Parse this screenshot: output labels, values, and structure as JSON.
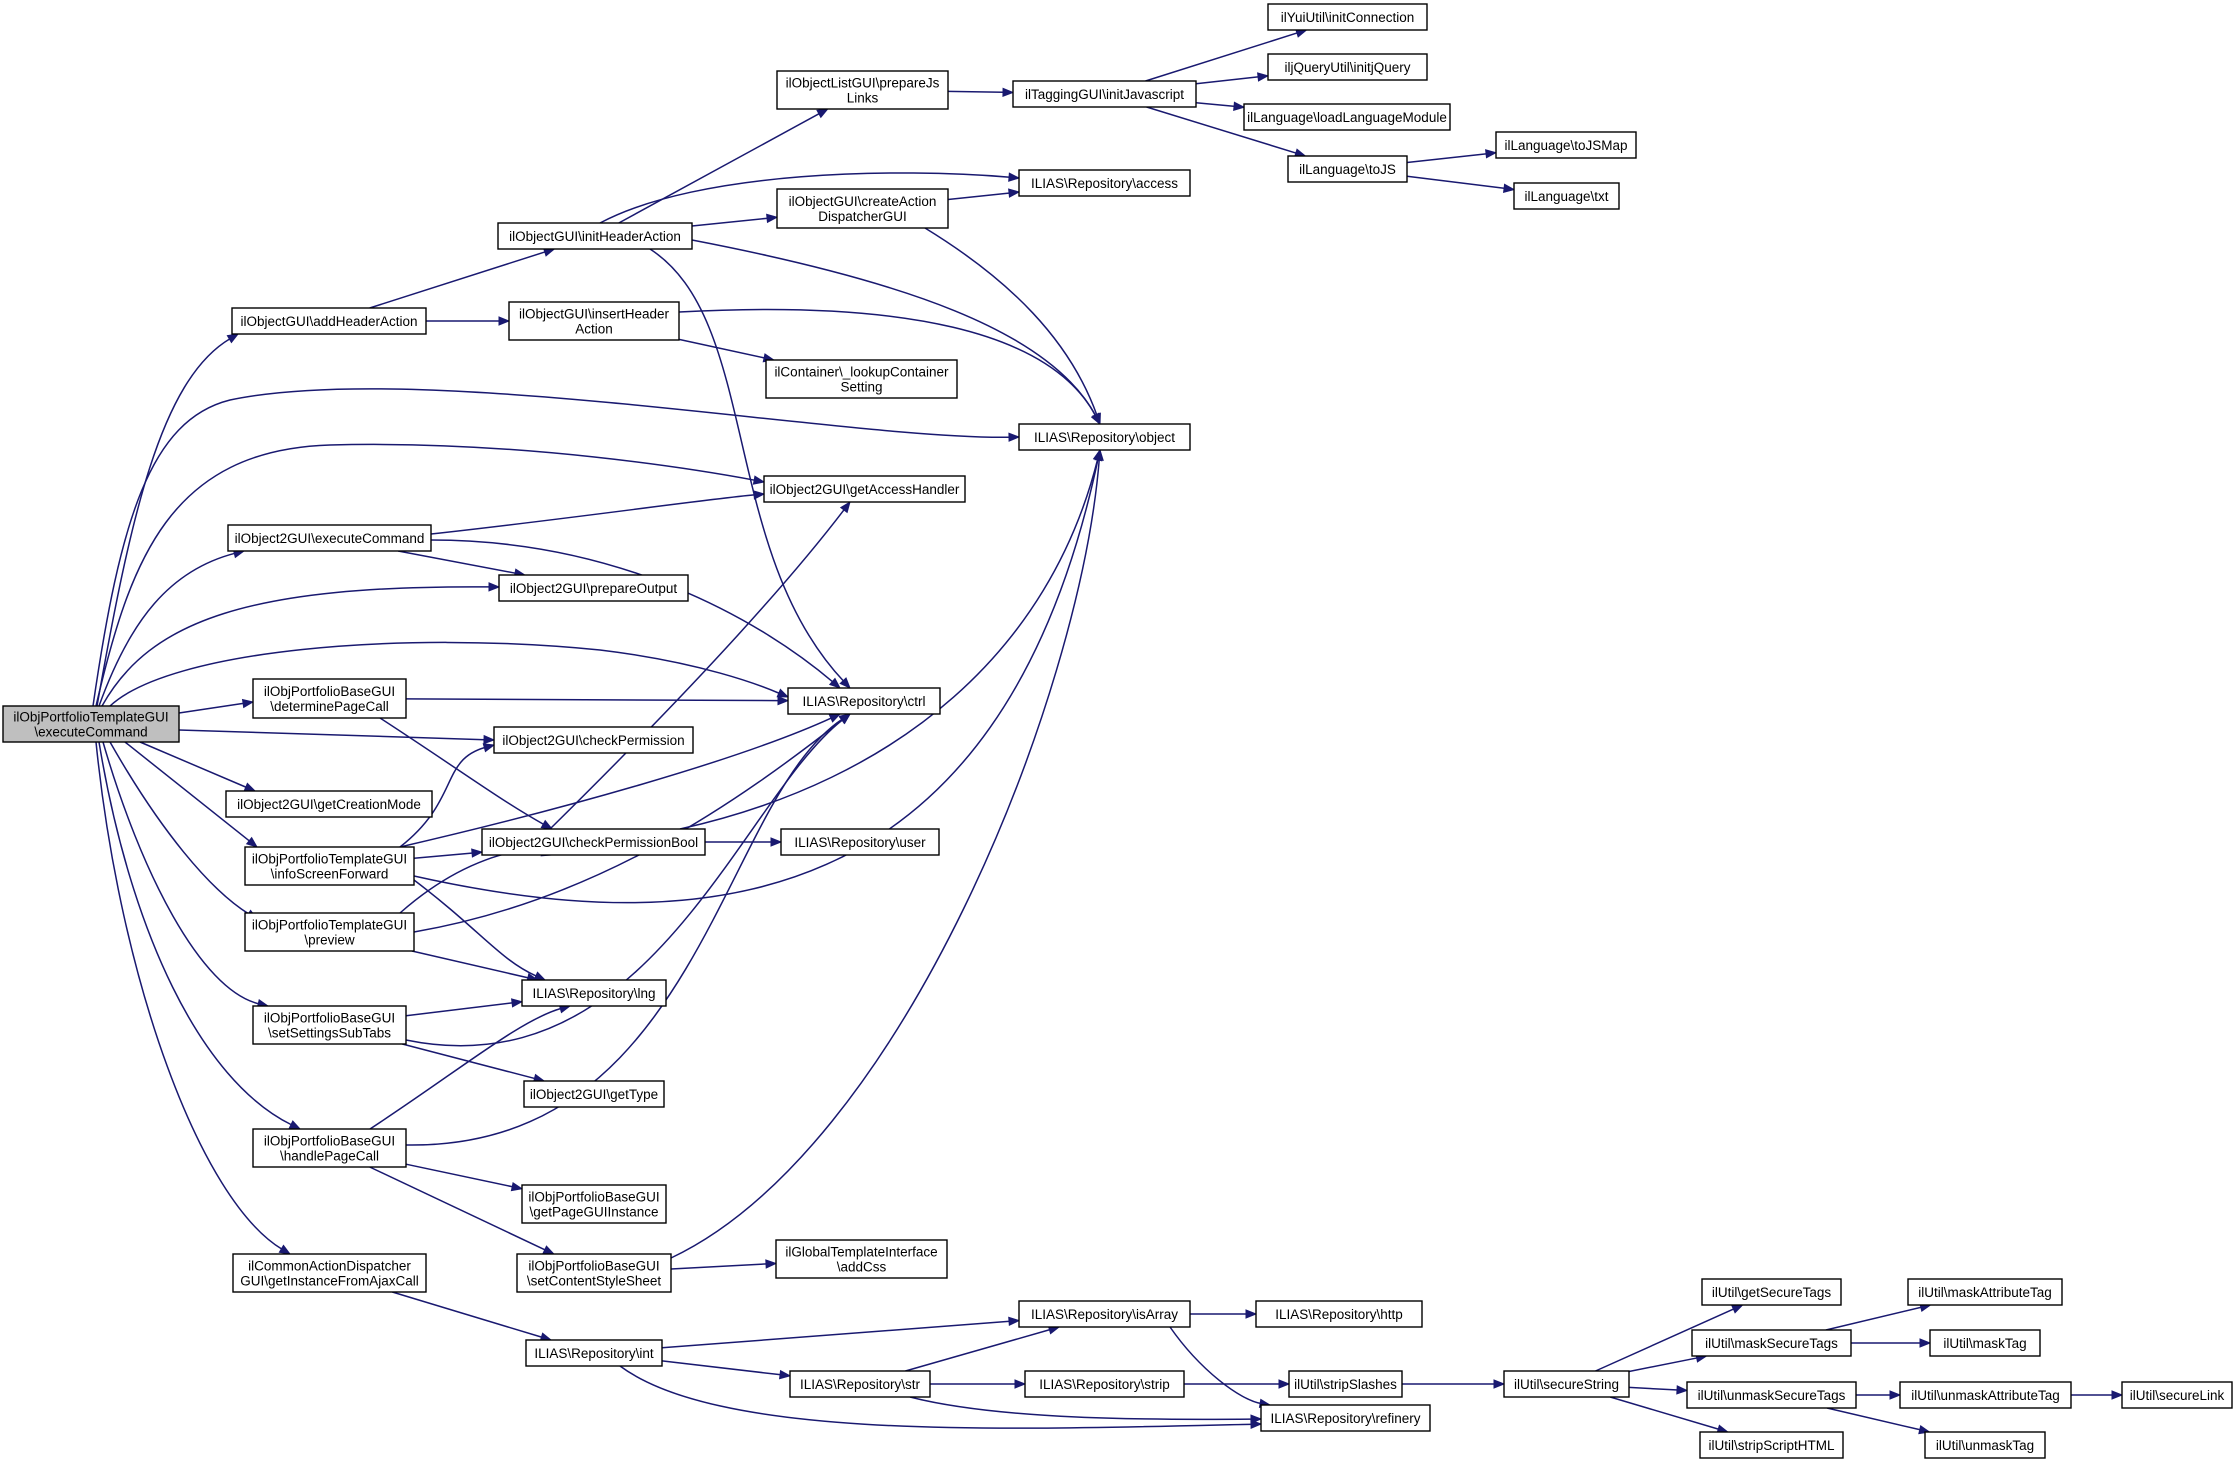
{
  "diagram": {
    "nodes": [
      {
        "id": "root",
        "lines": [
          "ilObjPortfolioTemplateGUI",
          "\\executeCommand"
        ],
        "root": true
      },
      {
        "id": "addHeaderAction",
        "lines": [
          "ilObjectGUI\\addHeaderAction"
        ]
      },
      {
        "id": "initHeaderAction",
        "lines": [
          "ilObjectGUI\\initHeaderAction"
        ]
      },
      {
        "id": "insertHeaderAction",
        "lines": [
          "ilObjectGUI\\insertHeader",
          "Action"
        ]
      },
      {
        "id": "prepareJsLinks",
        "lines": [
          "ilObjectListGUI\\prepareJs",
          "Links"
        ]
      },
      {
        "id": "createActionDispatcherGUI",
        "lines": [
          "ilObjectGUI\\createAction",
          "DispatcherGUI"
        ]
      },
      {
        "id": "lookupContainerSetting",
        "lines": [
          "ilContainer\\_lookupContainer",
          "Setting"
        ]
      },
      {
        "id": "initJavascript",
        "lines": [
          "ilTaggingGUI\\initJavascript"
        ]
      },
      {
        "id": "initConnection",
        "lines": [
          "ilYuiUtil\\initConnection"
        ]
      },
      {
        "id": "initjQuery",
        "lines": [
          "iljQueryUtil\\initjQuery"
        ]
      },
      {
        "id": "loadLanguageModule",
        "lines": [
          "ilLanguage\\loadLanguageModule"
        ]
      },
      {
        "id": "toJS",
        "lines": [
          "ilLanguage\\toJS"
        ]
      },
      {
        "id": "toJSMap",
        "lines": [
          "ilLanguage\\toJSMap"
        ]
      },
      {
        "id": "txt",
        "lines": [
          "ilLanguage\\txt"
        ]
      },
      {
        "id": "access",
        "lines": [
          "ILIAS\\Repository\\access"
        ]
      },
      {
        "id": "object",
        "lines": [
          "ILIAS\\Repository\\object"
        ]
      },
      {
        "id": "getAccessHandler",
        "lines": [
          "ilObject2GUI\\getAccessHandler"
        ]
      },
      {
        "id": "o2executeCommand",
        "lines": [
          "ilObject2GUI\\executeCommand"
        ]
      },
      {
        "id": "prepareOutput",
        "lines": [
          "ilObject2GUI\\prepareOutput"
        ]
      },
      {
        "id": "determinePageCall",
        "lines": [
          "ilObjPortfolioBaseGUI",
          "\\determinePageCall"
        ]
      },
      {
        "id": "ctrl",
        "lines": [
          "ILIAS\\Repository\\ctrl"
        ]
      },
      {
        "id": "checkPermission",
        "lines": [
          "ilObject2GUI\\checkPermission"
        ]
      },
      {
        "id": "getCreationMode",
        "lines": [
          "ilObject2GUI\\getCreationMode"
        ]
      },
      {
        "id": "infoScreenForward",
        "lines": [
          "ilObjPortfolioTemplateGUI",
          "\\infoScreenForward"
        ]
      },
      {
        "id": "checkPermissionBool",
        "lines": [
          "ilObject2GUI\\checkPermissionBool"
        ]
      },
      {
        "id": "user",
        "lines": [
          "ILIAS\\Repository\\user"
        ]
      },
      {
        "id": "preview",
        "lines": [
          "ilObjPortfolioTemplateGUI",
          "\\preview"
        ]
      },
      {
        "id": "lng",
        "lines": [
          "ILIAS\\Repository\\lng"
        ]
      },
      {
        "id": "setSettingsSubTabs",
        "lines": [
          "ilObjPortfolioBaseGUI",
          "\\setSettingsSubTabs"
        ]
      },
      {
        "id": "getType",
        "lines": [
          "ilObject2GUI\\getType"
        ]
      },
      {
        "id": "handlePageCall",
        "lines": [
          "ilObjPortfolioBaseGUI",
          "\\handlePageCall"
        ]
      },
      {
        "id": "getPageGUIInstance",
        "lines": [
          "ilObjPortfolioBaseGUI",
          "\\getPageGUIInstance"
        ]
      },
      {
        "id": "setContentStyleSheet",
        "lines": [
          "ilObjPortfolioBaseGUI",
          "\\setContentStyleSheet"
        ]
      },
      {
        "id": "addCss",
        "lines": [
          "ilGlobalTemplateInterface",
          "\\addCss"
        ]
      },
      {
        "id": "getInstanceFromAjaxCall",
        "lines": [
          "ilCommonActionDispatcher",
          "GUI\\getInstanceFromAjaxCall"
        ]
      },
      {
        "id": "int",
        "lines": [
          "ILIAS\\Repository\\int"
        ]
      },
      {
        "id": "isArray",
        "lines": [
          "ILIAS\\Repository\\isArray"
        ]
      },
      {
        "id": "http",
        "lines": [
          "ILIAS\\Repository\\http"
        ]
      },
      {
        "id": "str",
        "lines": [
          "ILIAS\\Repository\\str"
        ]
      },
      {
        "id": "strip",
        "lines": [
          "ILIAS\\Repository\\strip"
        ]
      },
      {
        "id": "refinery",
        "lines": [
          "ILIAS\\Repository\\refinery"
        ]
      },
      {
        "id": "stripSlashes",
        "lines": [
          "ilUtil\\stripSlashes"
        ]
      },
      {
        "id": "secureString",
        "lines": [
          "ilUtil\\secureString"
        ]
      },
      {
        "id": "getSecureTags",
        "lines": [
          "ilUtil\\getSecureTags"
        ]
      },
      {
        "id": "maskSecureTags",
        "lines": [
          "ilUtil\\maskSecureTags"
        ]
      },
      {
        "id": "unmaskSecureTags",
        "lines": [
          "ilUtil\\unmaskSecureTags"
        ]
      },
      {
        "id": "stripScriptHTML",
        "lines": [
          "ilUtil\\stripScriptHTML"
        ]
      },
      {
        "id": "maskAttributeTag",
        "lines": [
          "ilUtil\\maskAttributeTag"
        ]
      },
      {
        "id": "maskTag",
        "lines": [
          "ilUtil\\maskTag"
        ]
      },
      {
        "id": "unmaskAttributeTag",
        "lines": [
          "ilUtil\\unmaskAttributeTag"
        ]
      },
      {
        "id": "secureLink",
        "lines": [
          "ilUtil\\secureLink"
        ]
      },
      {
        "id": "unmaskTag",
        "lines": [
          "ilUtil\\unmaskTag"
        ]
      }
    ],
    "edges": [
      [
        "root",
        "addHeaderAction"
      ],
      [
        "root",
        "object"
      ],
      [
        "root",
        "getAccessHandler"
      ],
      [
        "root",
        "o2executeCommand"
      ],
      [
        "root",
        "prepareOutput"
      ],
      [
        "root",
        "ctrl"
      ],
      [
        "root",
        "determinePageCall"
      ],
      [
        "root",
        "checkPermission"
      ],
      [
        "root",
        "getCreationMode"
      ],
      [
        "root",
        "infoScreenForward"
      ],
      [
        "root",
        "preview"
      ],
      [
        "root",
        "setSettingsSubTabs"
      ],
      [
        "root",
        "handlePageCall"
      ],
      [
        "root",
        "getInstanceFromAjaxCall"
      ],
      [
        "addHeaderAction",
        "initHeaderAction"
      ],
      [
        "addHeaderAction",
        "insertHeaderAction"
      ],
      [
        "initHeaderAction",
        "prepareJsLinks"
      ],
      [
        "initHeaderAction",
        "access"
      ],
      [
        "initHeaderAction",
        "createActionDispatcherGUI"
      ],
      [
        "initHeaderAction",
        "object"
      ],
      [
        "initHeaderAction",
        "ctrl"
      ],
      [
        "prepareJsLinks",
        "initJavascript"
      ],
      [
        "initJavascript",
        "initConnection"
      ],
      [
        "initJavascript",
        "initjQuery"
      ],
      [
        "initJavascript",
        "loadLanguageModule"
      ],
      [
        "initJavascript",
        "toJS"
      ],
      [
        "toJS",
        "toJSMap"
      ],
      [
        "toJS",
        "txt"
      ],
      [
        "createActionDispatcherGUI",
        "access"
      ],
      [
        "createActionDispatcherGUI",
        "object"
      ],
      [
        "insertHeaderAction",
        "object"
      ],
      [
        "insertHeaderAction",
        "lookupContainerSetting"
      ],
      [
        "o2executeCommand",
        "getAccessHandler"
      ],
      [
        "o2executeCommand",
        "prepareOutput"
      ],
      [
        "o2executeCommand",
        "ctrl"
      ],
      [
        "determinePageCall",
        "ctrl"
      ],
      [
        "determinePageCall",
        "checkPermissionBool"
      ],
      [
        "infoScreenForward",
        "checkPermission"
      ],
      [
        "infoScreenForward",
        "checkPermissionBool"
      ],
      [
        "infoScreenForward",
        "ctrl"
      ],
      [
        "infoScreenForward",
        "object"
      ],
      [
        "infoScreenForward",
        "lng"
      ],
      [
        "checkPermissionBool",
        "getAccessHandler"
      ],
      [
        "checkPermissionBool",
        "object"
      ],
      [
        "checkPermissionBool",
        "user"
      ],
      [
        "preview",
        "checkPermissionBool"
      ],
      [
        "preview",
        "ctrl"
      ],
      [
        "preview",
        "lng"
      ],
      [
        "setSettingsSubTabs",
        "lng"
      ],
      [
        "setSettingsSubTabs",
        "ctrl"
      ],
      [
        "setSettingsSubTabs",
        "getType"
      ],
      [
        "handlePageCall",
        "lng"
      ],
      [
        "handlePageCall",
        "ctrl"
      ],
      [
        "handlePageCall",
        "getPageGUIInstance"
      ],
      [
        "handlePageCall",
        "setContentStyleSheet"
      ],
      [
        "setContentStyleSheet",
        "addCss"
      ],
      [
        "setContentStyleSheet",
        "object"
      ],
      [
        "getInstanceFromAjaxCall",
        "int"
      ],
      [
        "int",
        "isArray"
      ],
      [
        "int",
        "str"
      ],
      [
        "int",
        "refinery"
      ],
      [
        "isArray",
        "http"
      ],
      [
        "isArray",
        "refinery"
      ],
      [
        "str",
        "isArray"
      ],
      [
        "str",
        "strip"
      ],
      [
        "str",
        "refinery"
      ],
      [
        "strip",
        "stripSlashes"
      ],
      [
        "stripSlashes",
        "secureString"
      ],
      [
        "secureString",
        "getSecureTags"
      ],
      [
        "secureString",
        "maskSecureTags"
      ],
      [
        "secureString",
        "unmaskSecureTags"
      ],
      [
        "secureString",
        "stripScriptHTML"
      ],
      [
        "maskSecureTags",
        "maskAttributeTag"
      ],
      [
        "maskSecureTags",
        "maskTag"
      ],
      [
        "unmaskSecureTags",
        "unmaskAttributeTag"
      ],
      [
        "unmaskSecureTags",
        "unmaskTag"
      ],
      [
        "unmaskAttributeTag",
        "secureLink"
      ]
    ]
  }
}
